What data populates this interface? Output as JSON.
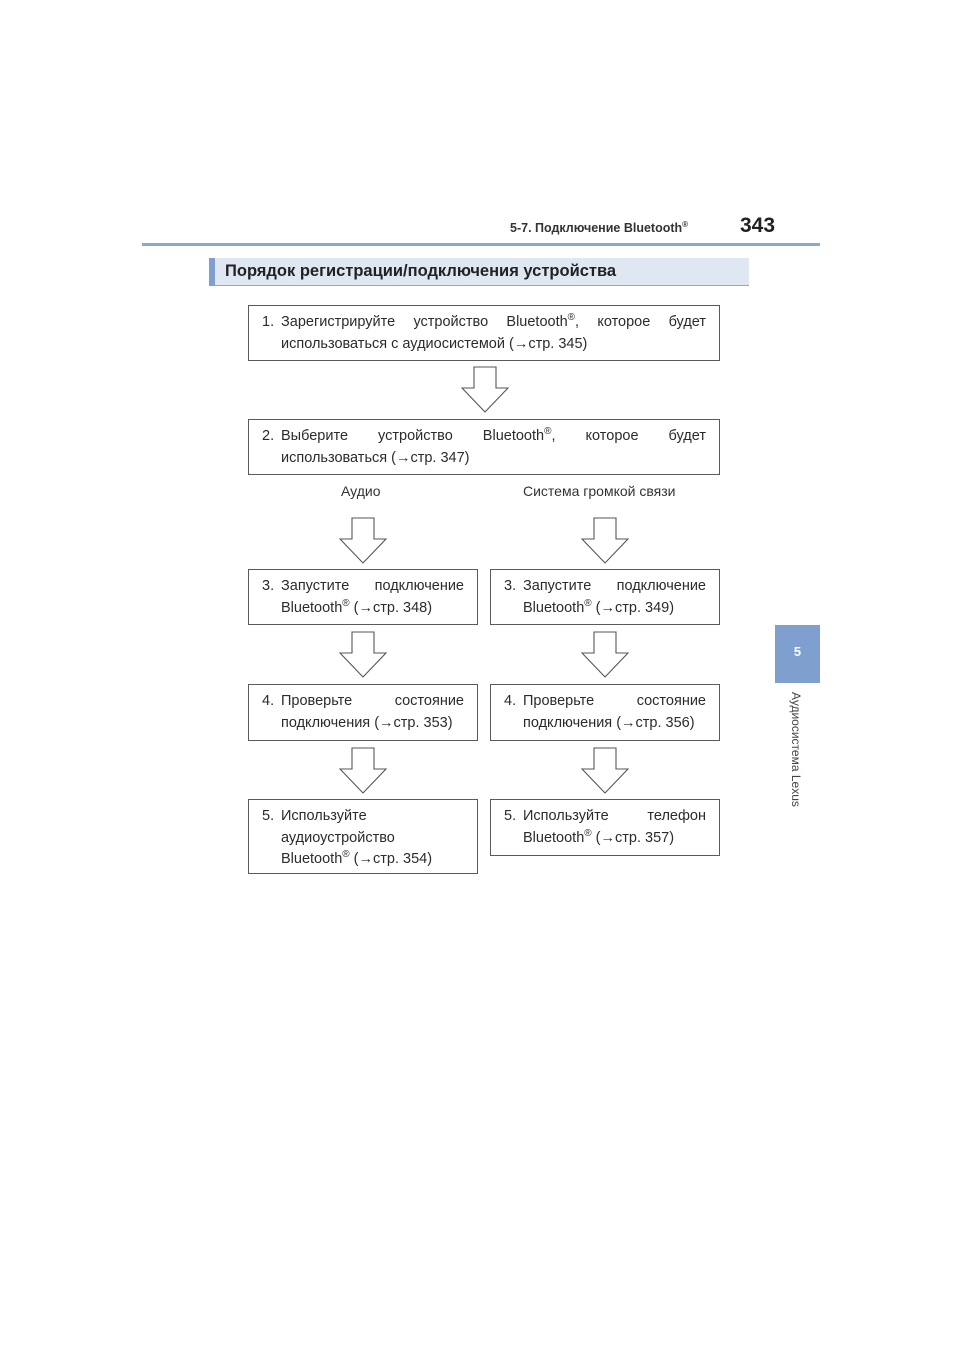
{
  "header": {
    "section": "5-7. Подключение Bluetooth",
    "section_mark": "®",
    "page_number": "343"
  },
  "side_tab": {
    "chapter": "5",
    "title": "Аудиосистема Lexus"
  },
  "section_title": "Порядок регистрации/подключения устройства",
  "reg_mark": "®",
  "steps": {
    "s1": {
      "num": "1.",
      "line1a": "Зарегистрируйте устройство Bluetooth",
      "line1b": ", которое будет",
      "line2": "использоваться с аудиосистемой (→стр. 345)"
    },
    "s2": {
      "num": "2.",
      "line1a": "Выберите устройство Bluetooth",
      "line1b": ", которое будет",
      "line2": "использоваться (→стр. 347)"
    },
    "audio_label": "Аудио",
    "hands_free_label": "Система громкой связи",
    "s3a": {
      "num": "3.",
      "line1": "Запустите подключение",
      "line2a": "Bluetooth",
      "line2b": " (→стр. 348)"
    },
    "s3b": {
      "num": "3.",
      "line1": "Запустите подключение",
      "line2a": "Bluetooth",
      "line2b": " (→стр. 349)"
    },
    "s4a": {
      "num": "4.",
      "line1": "Проверьте состояние",
      "line2": "подключения (→стр. 353)"
    },
    "s4b": {
      "num": "4.",
      "line1": "Проверьте состояние",
      "line2": "подключения (→стр. 356)"
    },
    "s5a": {
      "num": "5.",
      "line1": "Используйте",
      "line2": "аудиоустройство",
      "line3a": "Bluetooth",
      "line3b": " (→стр. 354)"
    },
    "s5b": {
      "num": "5.",
      "line1": "Используйте телефон",
      "line2a": "Bluetooth",
      "line2b": " (→стр. 357)"
    }
  },
  "icons": {
    "arrow": "down-arrow-outline-icon"
  }
}
